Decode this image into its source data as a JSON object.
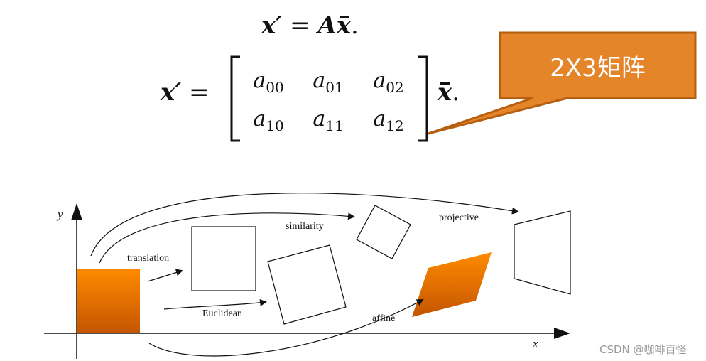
{
  "equations": {
    "eq1": {
      "lhs": "x′",
      "eq": " = ",
      "A": "A",
      "xbar": "x",
      "tail": "."
    },
    "eq2": {
      "lhs": "x′",
      "eq": " = ",
      "matrix": [
        [
          {
            "a": "a",
            "sub": "00"
          },
          {
            "a": "a",
            "sub": "01"
          },
          {
            "a": "a",
            "sub": "02"
          }
        ],
        [
          {
            "a": "a",
            "sub": "10"
          },
          {
            "a": "a",
            "sub": "11"
          },
          {
            "a": "a",
            "sub": "12"
          }
        ]
      ],
      "xbar": "x",
      "tail": "."
    }
  },
  "callout": {
    "text": "2X3矩阵",
    "fill": "#E5852A",
    "stroke": "#B55F10"
  },
  "diagram": {
    "axis_x": "x",
    "axis_y": "y",
    "labels": {
      "translation": "translation",
      "euclidean": "Euclidean",
      "similarity": "similarity",
      "affine": "affine",
      "projective": "projective"
    },
    "colors": {
      "orange_top": "#FF8A00",
      "orange_bottom": "#C45500"
    }
  },
  "watermark": "CSDN @咖啡百怪"
}
